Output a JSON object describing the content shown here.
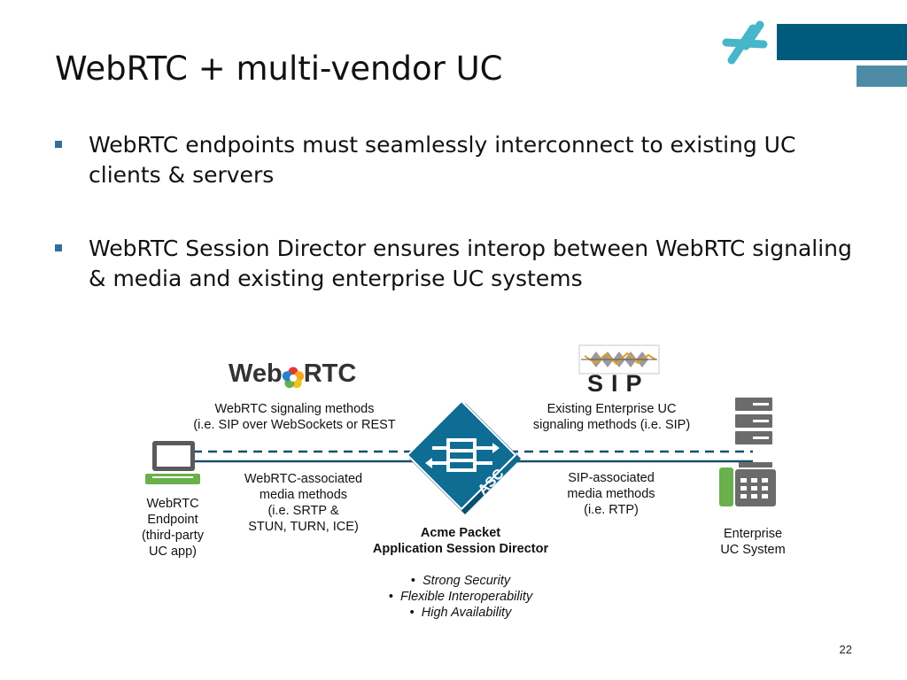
{
  "slide": {
    "title": "WebRTC + multi-vendor UC",
    "bullets": [
      "WebRTC endpoints must seamlessly interconnect to existing UC clients & servers",
      "WebRTC Session Director ensures interop between WebRTC signaling & media and existing enterprise UC systems"
    ],
    "page_number": "22"
  },
  "diagram": {
    "webrtc_logo": {
      "left": "Web",
      "right": "RTC"
    },
    "sip_logo": "SIP",
    "left_signaling": [
      "WebRTC signaling methods",
      "(i.e. SIP over WebSockets or REST"
    ],
    "right_signaling": [
      "Existing Enterprise UC",
      "signaling methods (i.e. SIP)"
    ],
    "left_media": [
      "WebRTC-associated",
      "media methods",
      "(i.e. SRTP &",
      "STUN, TURN, ICE)"
    ],
    "right_media": [
      "SIP-associated",
      "media methods",
      "(i.e. RTP)"
    ],
    "endpoint": [
      "WebRTC",
      "Endpoint",
      "(third-party",
      "UC app)"
    ],
    "enterprise": [
      "Enterprise",
      "UC System"
    ],
    "asc_badge": "ASC",
    "director": [
      "Acme Packet",
      "Application Session Director"
    ],
    "features": [
      "Strong Security",
      "Flexible Interoperability",
      "High Availability"
    ]
  },
  "colors": {
    "brand_dark": "#005a7c",
    "brand_light": "#4e8ba6",
    "accent_cyan": "#46b6c9",
    "line": "#1a4f6e",
    "green": "#6ab04c",
    "server_gray": "#6b6b6b"
  }
}
